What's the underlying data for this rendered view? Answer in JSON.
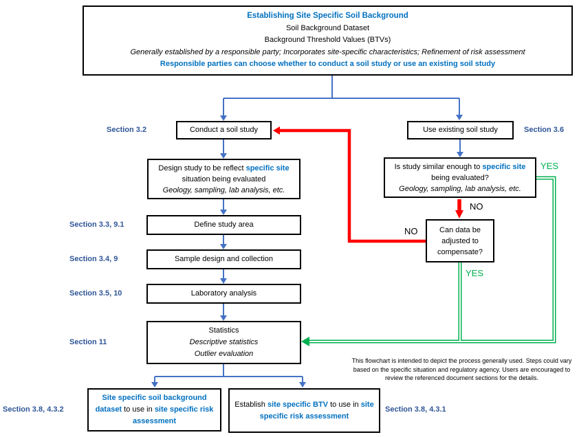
{
  "colors": {
    "heading_blue": "#0070C0",
    "section_label_blue": "#2F5597",
    "arrow_blue": "#4472C4",
    "arrow_red": "#FF0000",
    "arrow_green": "#00B050",
    "box_border": "#000000"
  },
  "top_box": {
    "title": "Establishing Site Specific Soil Background",
    "line2": "Soil Background Dataset",
    "line3": "Background Threshold Values (BTVs)",
    "line4": "Generally established by a responsible party; Incorporates site-specific characteristics; Refinement of risk assessment",
    "line5": "Responsible parties can choose whether to conduct a soil study or use an existing soil study"
  },
  "left_branch": {
    "conduct": "Conduct a soil study",
    "design": {
      "seg1": "Design study to be reflect ",
      "seg2": "specific site",
      "seg3": " situation being evaluated",
      "detail": "Geology, sampling, lab analysis, etc."
    },
    "define_area": "Define study area",
    "sample_design": "Sample design and collection",
    "lab_analysis": "Laboratory analysis",
    "statistics": {
      "line1": "Statistics",
      "line2": "Descriptive statistics",
      "line3": "Outlier evaluation"
    }
  },
  "right_branch": {
    "use_existing": "Use existing soil study",
    "is_similar": {
      "seg1": "Is study similar enough to ",
      "seg2": "specific site",
      "seg3": " being evaluated?",
      "detail": "Geology, sampling, lab analysis, etc."
    },
    "can_data": "Can data be adjusted to compensate?"
  },
  "outputs": {
    "dataset_box": {
      "seg1": "Site specific soil background dataset",
      "seg2": " to use in ",
      "seg3": "site specific risk assessment"
    },
    "btv_box": {
      "seg1": "Establish ",
      "seg2": "site specific BTV",
      "seg3": " to use in ",
      "seg4": "site specific risk assessment"
    }
  },
  "section_labels": {
    "s32": "Section 3.2",
    "s36": "Section 3.6",
    "s33": "Section 3.3, 9.1",
    "s34": "Section 3.4, 9",
    "s35": "Section 3.5, 10",
    "s11": "Section 11",
    "s38_432": "Section 3.8, 4.3.2",
    "s38_431": "Section 3.8, 4.3.1"
  },
  "decision_labels": {
    "yes_similar": "YES",
    "no_similar": "NO",
    "no_adjust": "NO",
    "yes_adjust": "YES"
  },
  "note": "This flowchart is intended to depict the process generally used. Steps could vary based on the specific situation and regulatory agency. Users are encouraged to review the referenced document sections for the details."
}
